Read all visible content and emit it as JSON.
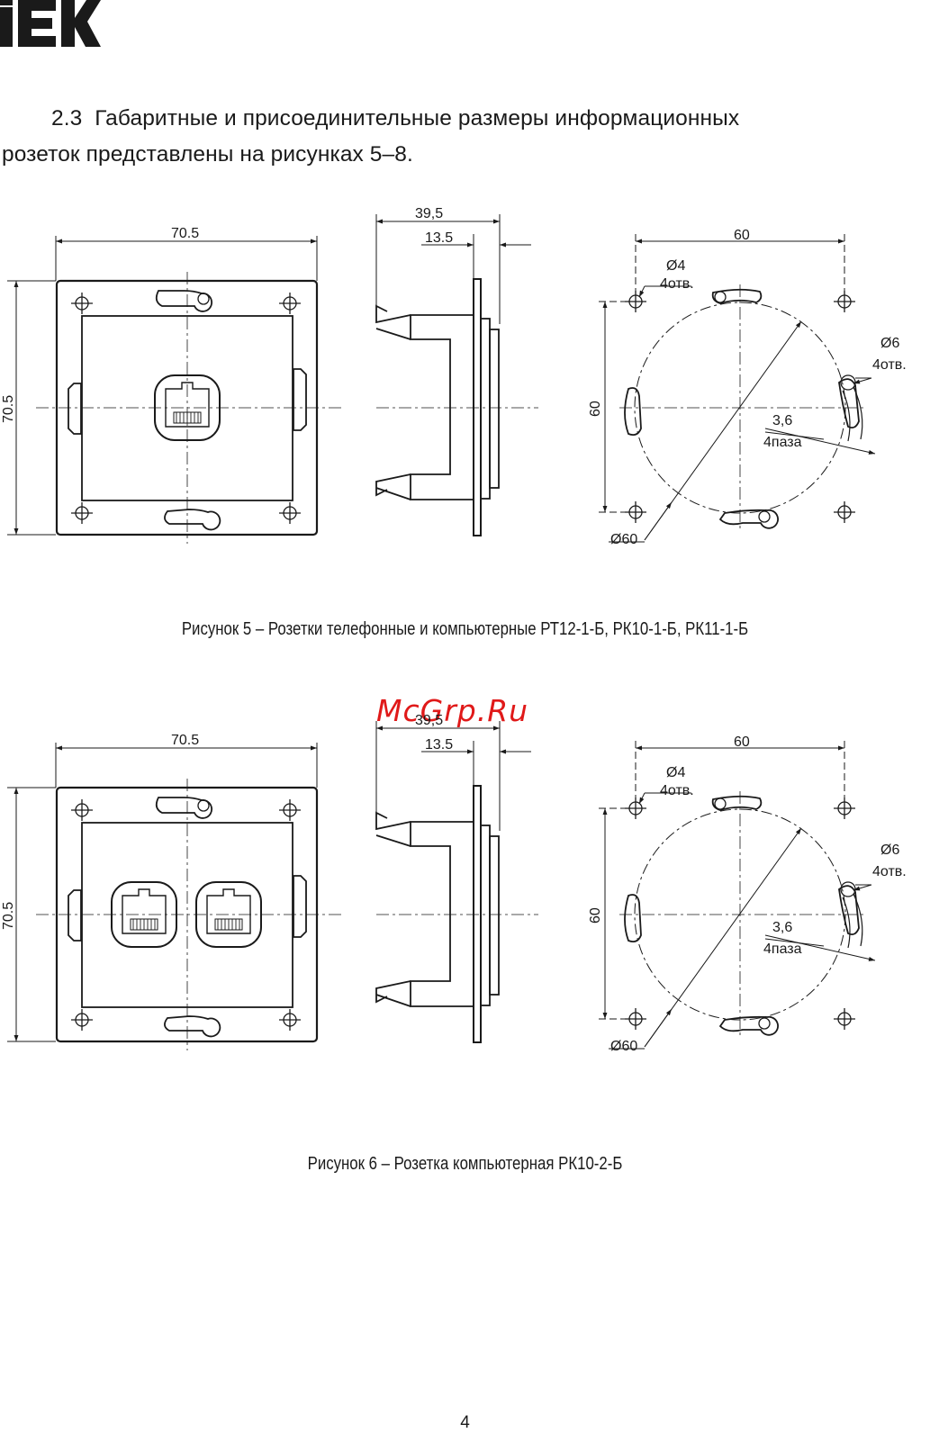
{
  "header": {
    "brand": "IEK",
    "brand_color": "#1a1a1a",
    "logo_icon": "iek-logo-icon"
  },
  "intro": {
    "section_number": "2.3",
    "text_line1": "Габаритные и присоединительные размеры информационных",
    "text_line2": "розеток представлены на рисунках 5–8."
  },
  "dimensions": {
    "plate_width": "70.5",
    "plate_height": "70.5",
    "depth_total": "39,5",
    "depth_frame": "13.5",
    "mount_width": "60",
    "mount_height": "60",
    "hole_diameter": "Ø4",
    "hole_count": "4отв.",
    "slot_diameter": "Ø6",
    "slot_count": "4отв.",
    "groove_width": "3,6",
    "groove_count": "4паза",
    "circle_diameter": "Ø60"
  },
  "figures": [
    {
      "caption": "Рисунок 5 – Розетки телефонные и компьютерные РТ12-1-Б, РК10-1-Б, РК11-1-Б",
      "ports": 1
    },
    {
      "caption": "Рисунок 6 – Розетка компьютерная РК10-2-Б",
      "ports": 2
    }
  ],
  "watermark": {
    "text": "McGrp.Ru",
    "color": "#e01919"
  },
  "footer": {
    "page_number": "4"
  }
}
